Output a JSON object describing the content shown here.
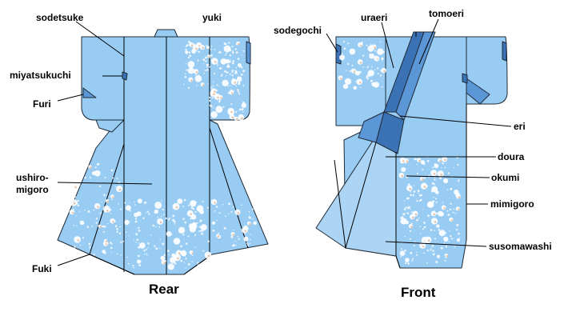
{
  "colors": {
    "fabric": "#99ccf3",
    "fabric_light": "#acd5f5",
    "collar_dark": "#3b72b6",
    "collar_mid": "#5b96d6",
    "pattern": "#ffffff",
    "pattern_accent": "#e7c4a6",
    "outline": "#1f2a36"
  },
  "rear": {
    "caption": "Rear",
    "labels": {
      "sodetsuke": "sodetsuke",
      "yuki": "yuki",
      "miyatsukuchi": "miyatsukuchi",
      "furi": "Furi",
      "ushiro_line1": "ushiro-",
      "ushiro_line2": "migoro",
      "fuki": "Fuki"
    }
  },
  "front": {
    "caption": "Front",
    "labels": {
      "sodegochi": "sodegochi",
      "uraeri": "uraeri",
      "tomoeri": "tomoeri",
      "eri": "eri",
      "doura": "doura",
      "okumi": "okumi",
      "mimigoro": "mimigoro",
      "susomawashi": "susomawashi"
    }
  }
}
